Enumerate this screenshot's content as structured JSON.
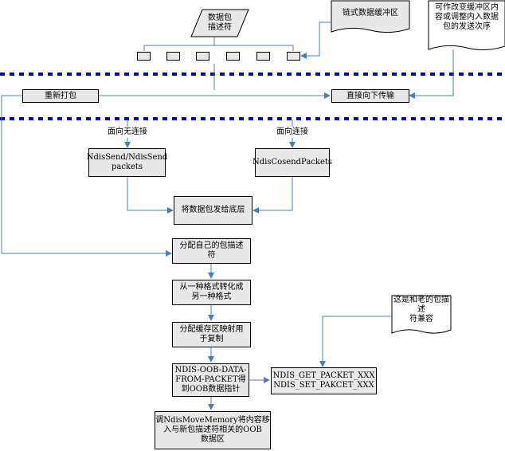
{
  "nodes": {
    "packet_descriptor": "数据包\n描述符",
    "chained_buffer": "链式数据缓冲区",
    "reorder_note": "可作改变缓冲区内\n容或调整内入数据\n包的发送次序",
    "repack": "重新打包",
    "pass_down": "直接向下传输",
    "connectionless": "面向无连接",
    "connection_oriented": "面向连接",
    "ndis_send": "NdisSend/NdisSend\npackets",
    "ndis_cosend": "NdisCosendPackets",
    "send_to_lower": "将数据包发给底层",
    "alloc_descriptor": "分配自己的包描述\n符",
    "convert_format": "从一种格式转化成\n另一种格式",
    "alloc_buffer": "分配缓存区映射用\n于复制",
    "oob_pointer": "NDIS-OOB-DATA-\nFROM-PACKET得\n到OOB数据指针",
    "compat_note": "这是和老的包描述\n符兼容",
    "get_set_packet": "NDIS_GET_PACKET_XXX\nNDIS_SET_PAKCET_XXX",
    "move_memory": "调NdisMoveMemory将内容移\n入与新包描述符相关的OOB\n数据区"
  },
  "colors": {
    "arrow": "#4a7ebb",
    "separator": "#0000cc",
    "box_fill": "#e8e8e8"
  }
}
